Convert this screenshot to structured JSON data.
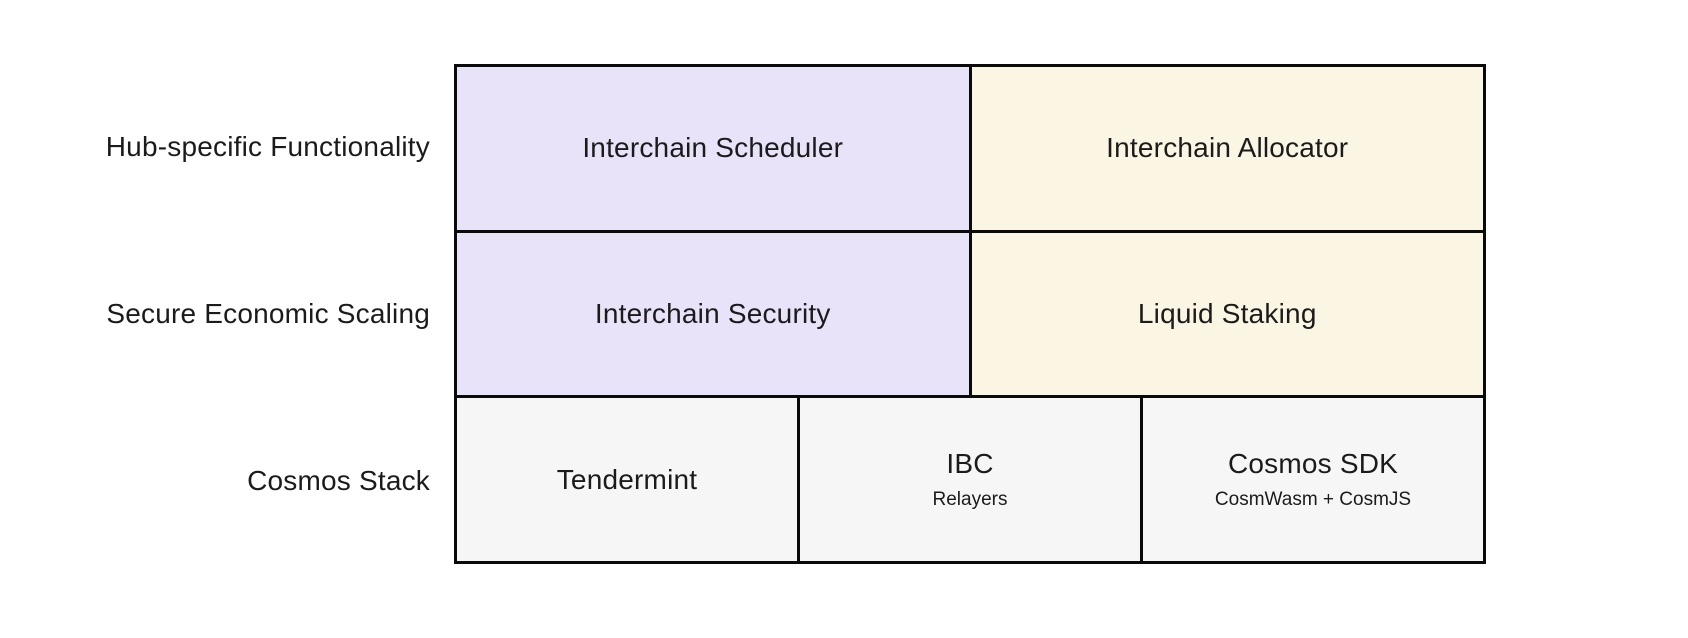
{
  "diagram": {
    "name": "Cosmos Hub stack diagram",
    "colors": {
      "lavender": "#e8e3f8",
      "cream": "#fbf6e4",
      "gray": "#f6f6f6",
      "border": "#0a0a0a",
      "background": "#ffffff",
      "text": "#1b1b1b"
    },
    "rows": [
      {
        "label": "Hub-specific Functionality",
        "cells": [
          {
            "title": "Interchain Scheduler",
            "subtitle": "",
            "color": "#e8e3f8"
          },
          {
            "title": "Interchain Allocator",
            "subtitle": "",
            "color": "#fbf6e4"
          }
        ]
      },
      {
        "label": "Secure Economic Scaling",
        "cells": [
          {
            "title": "Interchain Security",
            "subtitle": "",
            "color": "#e8e3f8"
          },
          {
            "title": "Liquid Staking",
            "subtitle": "",
            "color": "#fbf6e4"
          }
        ]
      },
      {
        "label": "Cosmos Stack",
        "cells": [
          {
            "title": "Tendermint",
            "subtitle": "",
            "color": "#f6f6f6"
          },
          {
            "title": "IBC",
            "subtitle": "Relayers",
            "color": "#f6f6f6"
          },
          {
            "title": "Cosmos SDK",
            "subtitle": "CosmWasm + CosmJS",
            "color": "#f6f6f6"
          }
        ]
      }
    ]
  }
}
